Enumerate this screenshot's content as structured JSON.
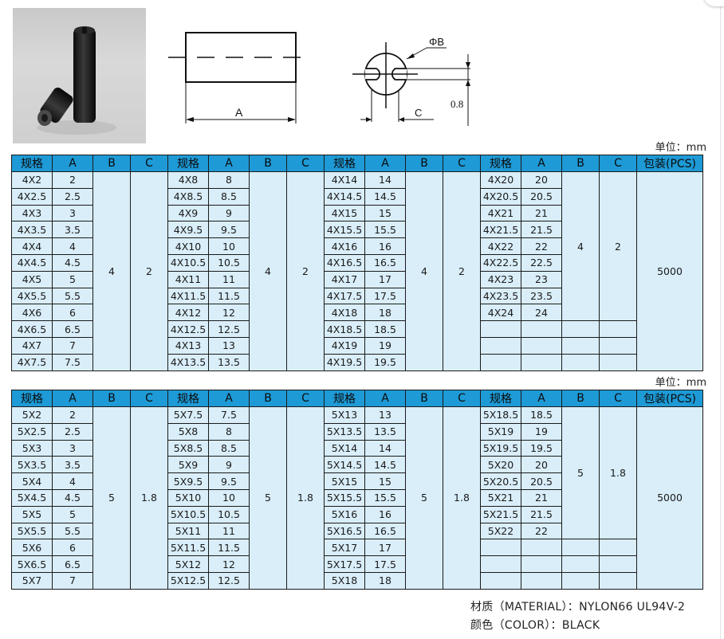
{
  "unit_label": "单位：mm",
  "diagram": {
    "dim_a": "A",
    "dim_b": "ΦB",
    "dim_c": "C",
    "dim_gap": "0.8"
  },
  "headers": [
    "规格",
    "A",
    "B",
    "C",
    "规格",
    "A",
    "B",
    "C",
    "规格",
    "A",
    "B",
    "C",
    "规格",
    "A",
    "B",
    "C",
    "包装(PCS)"
  ],
  "table1": {
    "groups": [
      {
        "b": "4",
        "c": "2",
        "rows": [
          [
            "4X2",
            "2"
          ],
          [
            "4X2.5",
            "2.5"
          ],
          [
            "4X3",
            "3"
          ],
          [
            "4X3.5",
            "3.5"
          ],
          [
            "4X4",
            "4"
          ],
          [
            "4X4.5",
            "4.5"
          ],
          [
            "4X5",
            "5"
          ],
          [
            "4X5.5",
            "5.5"
          ],
          [
            "4X6",
            "6"
          ],
          [
            "4X6.5",
            "6.5"
          ],
          [
            "4X7",
            "7"
          ],
          [
            "4X7.5",
            "7.5"
          ]
        ]
      },
      {
        "b": "4",
        "c": "2",
        "rows": [
          [
            "4X8",
            "8"
          ],
          [
            "4X8.5",
            "8.5"
          ],
          [
            "4X9",
            "9"
          ],
          [
            "4X9.5",
            "9.5"
          ],
          [
            "4X10",
            "10"
          ],
          [
            "4X10.5",
            "10.5"
          ],
          [
            "4X11",
            "11"
          ],
          [
            "4X11.5",
            "11.5"
          ],
          [
            "4X12",
            "12"
          ],
          [
            "4X12.5",
            "12.5"
          ],
          [
            "4X13",
            "13"
          ],
          [
            "4X13.5",
            "13.5"
          ]
        ]
      },
      {
        "b": "4",
        "c": "2",
        "rows": [
          [
            "4X14",
            "14"
          ],
          [
            "4X14.5",
            "14.5"
          ],
          [
            "4X15",
            "15"
          ],
          [
            "4X15.5",
            "15.5"
          ],
          [
            "4X16",
            "16"
          ],
          [
            "4X16.5",
            "16.5"
          ],
          [
            "4X17",
            "17"
          ],
          [
            "4X17.5",
            "17.5"
          ],
          [
            "4X18",
            "18"
          ],
          [
            "4X18.5",
            "18.5"
          ],
          [
            "4X19",
            "19"
          ],
          [
            "4X19.5",
            "19.5"
          ]
        ]
      },
      {
        "b": "4",
        "c": "2",
        "rows": [
          [
            "4X20",
            "20"
          ],
          [
            "4X20.5",
            "20.5"
          ],
          [
            "4X21",
            "21"
          ],
          [
            "4X21.5",
            "21.5"
          ],
          [
            "4X22",
            "22"
          ],
          [
            "4X22.5",
            "22.5"
          ],
          [
            "4X23",
            "23"
          ],
          [
            "4X23.5",
            "23.5"
          ],
          [
            "4X24",
            "24"
          ]
        ]
      }
    ],
    "packing": "5000"
  },
  "table2": {
    "groups": [
      {
        "b": "5",
        "c": "1.8",
        "rows": [
          [
            "5X2",
            "2"
          ],
          [
            "5X2.5",
            "2.5"
          ],
          [
            "5X3",
            "3"
          ],
          [
            "5X3.5",
            "3.5"
          ],
          [
            "5X4",
            "4"
          ],
          [
            "5X4.5",
            "4.5"
          ],
          [
            "5X5",
            "5"
          ],
          [
            "5X5.5",
            "5.5"
          ],
          [
            "5X6",
            "6"
          ],
          [
            "5X6.5",
            "6.5"
          ],
          [
            "5X7",
            "7"
          ]
        ]
      },
      {
        "b": "5",
        "c": "1.8",
        "rows": [
          [
            "5X7.5",
            "7.5"
          ],
          [
            "5X8",
            "8"
          ],
          [
            "5X8.5",
            "8.5"
          ],
          [
            "5X9",
            "9"
          ],
          [
            "5X9.5",
            "9.5"
          ],
          [
            "5X10",
            "10"
          ],
          [
            "5X10.5",
            "10.5"
          ],
          [
            "5X11",
            "11"
          ],
          [
            "5X11.5",
            "11.5"
          ],
          [
            "5X12",
            "12"
          ],
          [
            "5X12.5",
            "12.5"
          ]
        ]
      },
      {
        "b": "5",
        "c": "1.8",
        "rows": [
          [
            "5X13",
            "13"
          ],
          [
            "5X13.5",
            "13.5"
          ],
          [
            "5X14",
            "14"
          ],
          [
            "5X14.5",
            "14.5"
          ],
          [
            "5X15",
            "15"
          ],
          [
            "5X15.5",
            "15.5"
          ],
          [
            "5X16",
            "16"
          ],
          [
            "5X16.5",
            "16.5"
          ],
          [
            "5X17",
            "17"
          ],
          [
            "5X17.5",
            "17.5"
          ],
          [
            "5X18",
            "18"
          ]
        ]
      },
      {
        "b": "5",
        "c": "1.8",
        "rows": [
          [
            "5X18.5",
            "18.5"
          ],
          [
            "5X19",
            "19"
          ],
          [
            "5X19.5",
            "19.5"
          ],
          [
            "5X20",
            "20"
          ],
          [
            "5X20.5",
            "20.5"
          ],
          [
            "5X21",
            "21"
          ],
          [
            "5X21.5",
            "21.5"
          ],
          [
            "5X22",
            "22"
          ]
        ]
      }
    ],
    "packing": "5000"
  },
  "material_line": "材质（MATERIAL）：NYLON66 UL94V-2",
  "color_line": "颜色（COLOR）：BLACK",
  "colors": {
    "header_blue": "#1e9ad6",
    "cell_blue": "#d9eef9"
  }
}
